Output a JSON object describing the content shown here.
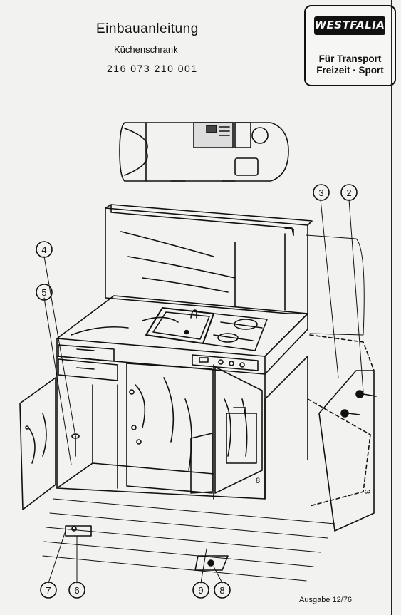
{
  "header": {
    "title": "Einbauanleitung",
    "subtitle": "Küchenschrank",
    "part_number": "216 073 210 001"
  },
  "logo": {
    "brand": "WESTFALIA",
    "line1": "Für Transport",
    "line2": "Freizeit · Sport"
  },
  "footer": {
    "edition": "Ausgabe 12/76"
  },
  "callouts": [
    "2",
    "3",
    "4",
    "5",
    "6",
    "7",
    "8",
    "9"
  ],
  "drawing_labels": {
    "part_8_marker": "8",
    "part_3_marker": "3"
  }
}
